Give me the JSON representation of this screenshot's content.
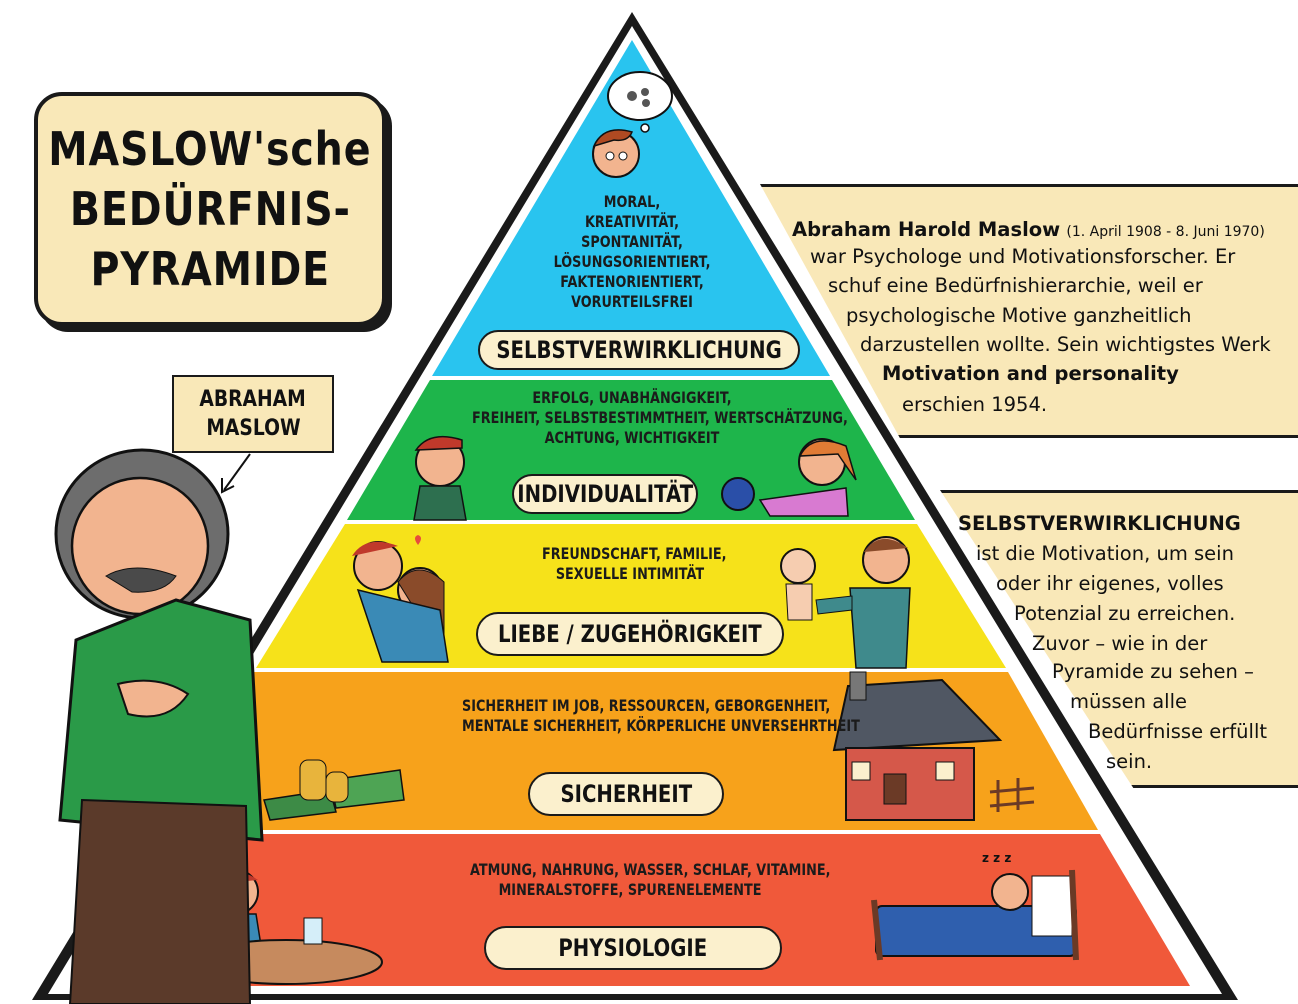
{
  "title": {
    "lines": [
      "MASLOW'sche",
      "BEDÜRFNIS-",
      "PYRAMIDE"
    ]
  },
  "callout": {
    "lines": [
      "ABRAHAM",
      "MASLOW"
    ]
  },
  "bio": {
    "name": "Abraham Harold Maslow",
    "dates": "(1. April 1908 - 8. Juni 1970)",
    "lines": [
      "war Psychologe und Motivationsforscher. Er",
      "schuf eine Bedürfnishierarchie, weil er",
      "psychologische Motive ganzheitlich",
      "darzustellen wollte. Sein wichtigstes Werk"
    ],
    "work": "Motivation and personality",
    "last": "erschien 1954."
  },
  "definition": {
    "heading": "SELBSTVERWIRKLICHUNG",
    "lines": [
      "ist die Motivation, um sein",
      "oder ihr eigenes, volles",
      "Potenzial zu erreichen.",
      "Zuvor – wie in der",
      "Pyramide zu sehen –",
      "müssen alle",
      "Bedürfnisse erfüllt",
      "sein."
    ]
  },
  "tiers": [
    {
      "label": "SELBSTVERWIRKLICHUNG",
      "color": "#29c4ef",
      "needs": [
        "MORAL,",
        "KREATIVITÄT,",
        "SPONTANITÄT,",
        "LÖSUNGSORIENTIERT,",
        "FAKTENORIENTIERT,",
        "VORURTEILSFREI"
      ]
    },
    {
      "label": "INDIVIDUALITÄT",
      "color": "#1eb54b",
      "needs": [
        "ERFOLG, UNABHÄNGIGKEIT,",
        "FREIHEIT, SELBSTBESTIMMTHEIT, WERTSCHÄTZUNG,",
        "ACHTUNG, WICHTIGKEIT"
      ]
    },
    {
      "label": "LIEBE / ZUGEHÖRIGKEIT",
      "color": "#f6e21a",
      "needs": [
        "FREUNDSCHAFT, FAMILIE,",
        "SEXUELLE INTIMITÄT"
      ]
    },
    {
      "label": "SICHERHEIT",
      "color": "#f7a21b",
      "needs": [
        "SICHERHEIT IM JOB, RESSOURCEN, GEBORGENHEIT,",
        "MENTALE SICHERHEIT, KÖRPERLICHE UNVERSEHRTHEIT"
      ]
    },
    {
      "label": "PHYSIOLOGIE",
      "color": "#f0593a",
      "needs": [
        "ATMUNG, NAHRUNG, WASSER, SCHLAF, VITAMINE,",
        "MINERALSTOFFE, SPURENELEMENTE"
      ]
    }
  ],
  "dream_icon": "thought-bubble-icon",
  "sleep_text": "z z z"
}
